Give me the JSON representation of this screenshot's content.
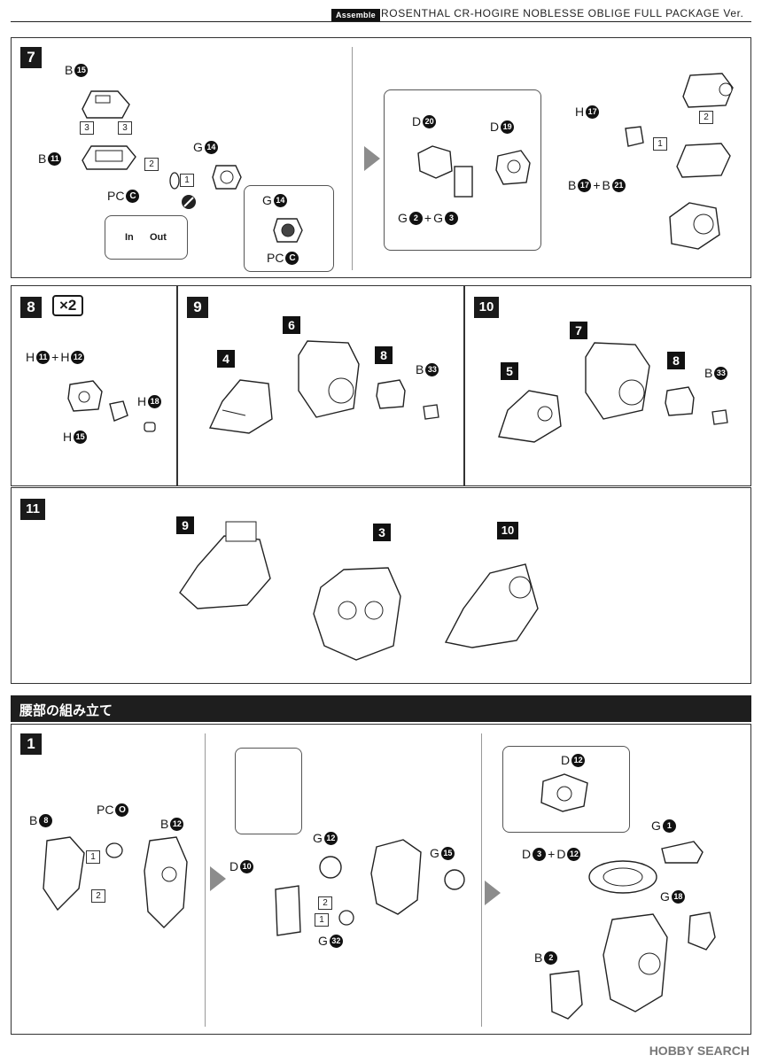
{
  "header": {
    "badge": "Assemble",
    "title": "ROSENTHAL CR-HOGIRE NOBLESSE OBLIGE FULL PACKAGE Ver."
  },
  "steps": {
    "s7": {
      "num": "7",
      "step_boxes": [
        "3",
        "3",
        "2",
        "1",
        "1",
        "2"
      ],
      "in_label": "In",
      "out_label": "Out"
    },
    "s8": {
      "num": "8",
      "times": "×2"
    },
    "s9": {
      "num": "9",
      "refs": [
        "4",
        "6",
        "8"
      ]
    },
    "s10": {
      "num": "10",
      "refs": [
        "5",
        "7",
        "8"
      ]
    },
    "s11": {
      "num": "11",
      "refs": [
        "9",
        "3",
        "10"
      ]
    },
    "w1": {
      "num": "1",
      "step_boxes": [
        "1",
        "2",
        "2",
        "1"
      ]
    }
  },
  "labels": {
    "b15": {
      "l": "B",
      "n": "15"
    },
    "b11": {
      "l": "B",
      "n": "11"
    },
    "g14": {
      "l": "G",
      "n": "14"
    },
    "pcc": {
      "l": "PC",
      "n": "C"
    },
    "g14b": {
      "l": "G",
      "n": "14"
    },
    "pcc2": {
      "l": "PC",
      "n": "C"
    },
    "d20": {
      "l": "D",
      "n": "20"
    },
    "d19": {
      "l": "D",
      "n": "19"
    },
    "g2": {
      "l": "G",
      "n": "2"
    },
    "g3": {
      "l": "G",
      "n": "3"
    },
    "h17": {
      "l": "H",
      "n": "17"
    },
    "b17": {
      "l": "B",
      "n": "17"
    },
    "b21": {
      "l": "B",
      "n": "21"
    },
    "h11": {
      "l": "H",
      "n": "11"
    },
    "h12": {
      "l": "H",
      "n": "12"
    },
    "h18": {
      "l": "H",
      "n": "18"
    },
    "h15": {
      "l": "H",
      "n": "15"
    },
    "b33a": {
      "l": "B",
      "n": "33"
    },
    "b33b": {
      "l": "B",
      "n": "33"
    },
    "b8": {
      "l": "B",
      "n": "8"
    },
    "pco": {
      "l": "PC",
      "n": "O"
    },
    "b12": {
      "l": "B",
      "n": "12"
    },
    "d10": {
      "l": "D",
      "n": "10"
    },
    "g12": {
      "l": "G",
      "n": "12"
    },
    "g15": {
      "l": "G",
      "n": "15"
    },
    "g32": {
      "l": "G",
      "n": "32"
    },
    "d12a": {
      "l": "D",
      "n": "12"
    },
    "g1": {
      "l": "G",
      "n": "1"
    },
    "d3": {
      "l": "D",
      "n": "3"
    },
    "d12b": {
      "l": "D",
      "n": "12"
    },
    "g18": {
      "l": "G",
      "n": "18"
    },
    "b2": {
      "l": "B",
      "n": "2"
    },
    "plus": "+"
  },
  "section": {
    "title": "腰部の組み立て"
  },
  "footer": {
    "logo": "HOBBY SEARCH"
  }
}
